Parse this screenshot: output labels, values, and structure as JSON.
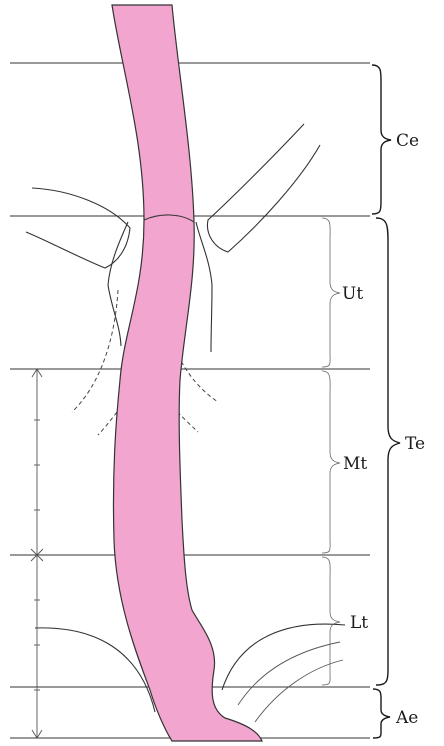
{
  "colors": {
    "esophagus": "#f2a6cf",
    "outline": "#333333"
  },
  "labels": {
    "ce": "Ce",
    "ut": "Ut",
    "mt": "Mt",
    "lt": "Lt",
    "te": "Te",
    "ae": "Ae"
  }
}
